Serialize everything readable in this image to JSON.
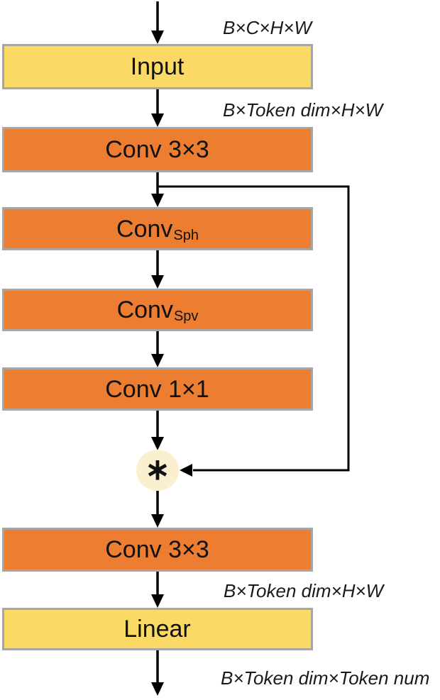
{
  "diagram": {
    "type": "flowchart",
    "boxes": [
      {
        "label": "Input",
        "sub": "",
        "fill": "#FBD965"
      },
      {
        "label": "Conv 3×3",
        "sub": "",
        "fill": "#ED7D31"
      },
      {
        "label": "Conv",
        "sub": "Sph",
        "fill": "#ED7D31"
      },
      {
        "label": "Conv",
        "sub": "Spv",
        "fill": "#ED7D31"
      },
      {
        "label": "Conv 1×1",
        "sub": "",
        "fill": "#ED7D31"
      },
      {
        "label": "Conv 3×3",
        "sub": "",
        "fill": "#ED7D31"
      },
      {
        "label": "Linear",
        "sub": "",
        "fill": "#FBD965"
      }
    ],
    "operator_node": {
      "symbol": "∗"
    },
    "annotations": [
      {
        "text": "B×C×H×W"
      },
      {
        "text": "B×Token dim×H×W"
      },
      {
        "text": "B×Token dim×H×W"
      },
      {
        "text": "B×Token dim×Token num"
      }
    ],
    "colors": {
      "box_orange": "#ED7D31",
      "box_yellow": "#FBD965",
      "box_border": "#A6A6A6",
      "operator_fill": "#FAF0D0",
      "line": "#000000"
    }
  }
}
